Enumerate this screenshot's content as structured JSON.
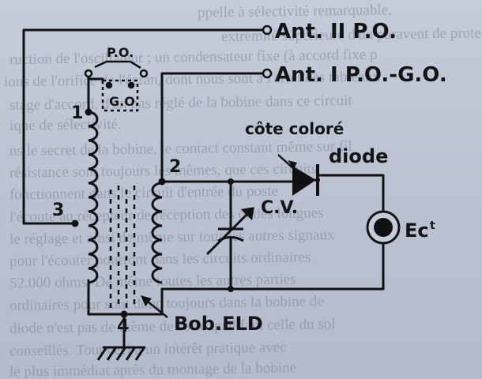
{
  "labels": {
    "ant2": "Ant. II P.O.",
    "ant1": "Ant. I P.O.-G.O.",
    "po": "P.O.",
    "go": "G.O.",
    "node1": "1",
    "node2": "2",
    "node3": "3",
    "node4": "4",
    "cote_colore": "côte coloré",
    "diode": "diode",
    "cv": "C.V.",
    "ec": "Ec",
    "ec_sup": "t",
    "bob": "Bob.ELD"
  },
  "background_text": [
    "ppelle à sélectivité remarquable,",
    "extrémité supérieure d'un paravent de protection, dans une",
    "ruction de l'oscillateur ; un condensateur fixe (à accord fixe p",
    "ions de l'orifice de l'écran, dont nous sont à l'arrêt des tableaux",
    "stage d'accord, d'un pas réglé de la bobine dans ce circuit",
    "ique de sélectivité.",
    "ns le secret de la bobine, le contact constant même sur fil",
    "résistance sont toujours les mêmes, que ces circuits",
    "fonctionnent dans le circuit d'entrée du poste",
    "l'écoute au récepteur de réception des ondes longues",
    "le réglage et ainsi de même sur tous les autres signaux",
    "pour l'écouter pourront dans les circuits ordinaires",
    "52.000 ohms. De même toutes les autres parties",
    "ordinaires pour sont donc toujours dans la bobine de",
    "diode n'est pas de même de sorte qu'il faut celle du sol",
    "conseillés. Tout ceci a un intérêt pratique avec",
    "le plus immédiat après du montage de la bobine"
  ]
}
